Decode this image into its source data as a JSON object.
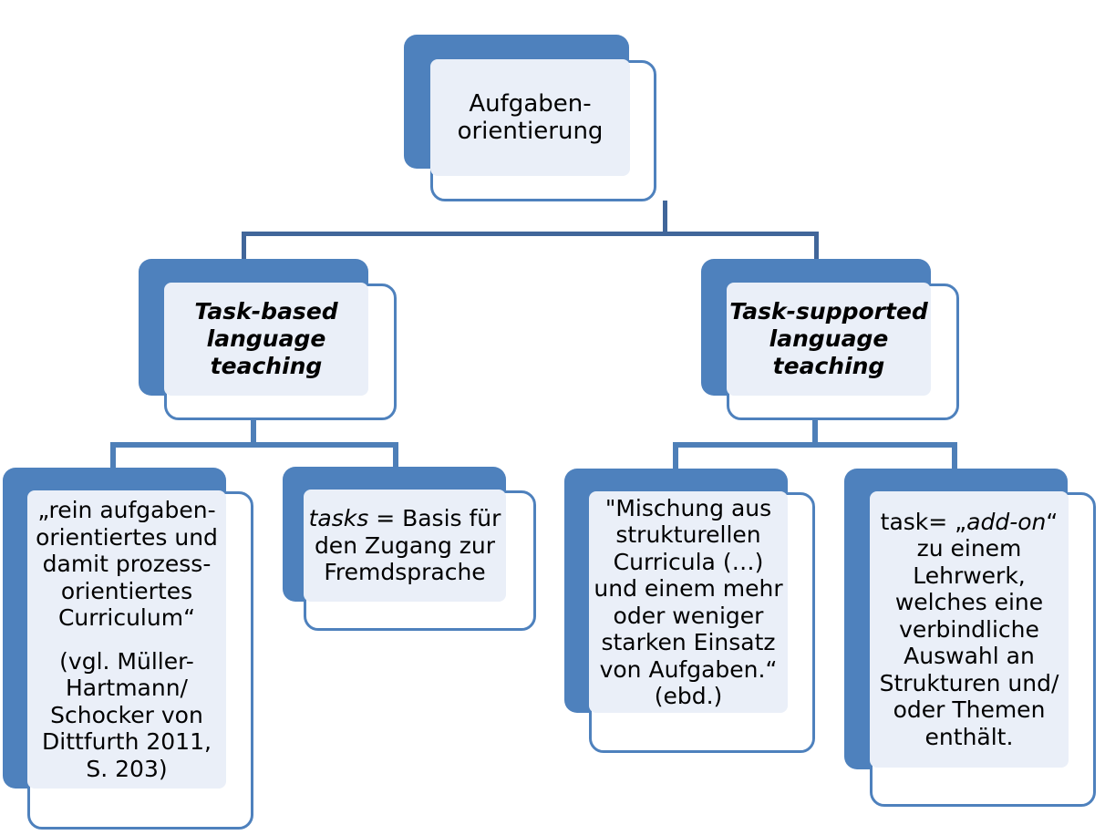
{
  "diagram": {
    "type": "hierarchy-tree",
    "title": "Aufgabenorientierung",
    "orientation": "top-down",
    "levels": 3,
    "colors": {
      "card_border": "#4e81bd",
      "slab_fill": "#4e81bd",
      "panel_fill": "#eaeff8",
      "connector_level1": "#41669a",
      "connector_level2": "#4e7fb8",
      "card_fill": "#ffffff",
      "text": "#000000"
    }
  },
  "nodes": {
    "root": {
      "id": "aufgabenorientierung",
      "line1": "Aufgaben-",
      "line2": "orientierung"
    },
    "branch_left": {
      "id": "task-based-language-teaching",
      "line1": "Task-based",
      "line2": "language",
      "line3": "teaching"
    },
    "branch_right": {
      "id": "task-supported-language-teaching",
      "line1": "Task-supported",
      "line2": "language",
      "line3": "teaching"
    },
    "leaf_1": {
      "id": "rein-aufgabenorientiertes-curriculum",
      "quote": "„rein aufgaben-orientiertes und damit prozess-orientiertes Curriculum“",
      "citation": "(vgl. Müller-Hartmann/ Schocker von Dittfurth 2011, S. 203)"
    },
    "leaf_2": {
      "id": "tasks-basis-zugang-fremdsprache",
      "term": "tasks",
      "rest": "=  Basis für den Zugang zur Fremdsprache"
    },
    "leaf_3": {
      "id": "mischung-aus-strukturellen-curricula",
      "quote": "\"Mischung aus strukturellen Curricula (…) und einem mehr oder weniger starken Einsatz von Aufgaben.“",
      "citation": "(ebd.)"
    },
    "leaf_4": {
      "id": "task-add-on-lehrwerk",
      "prefix": "task= „",
      "term": "add-on",
      "suffix": "“",
      "rest": "zu einem Lehrwerk, welches eine verbindliche Auswahl an Strukturen und/ oder Themen enthält."
    }
  }
}
